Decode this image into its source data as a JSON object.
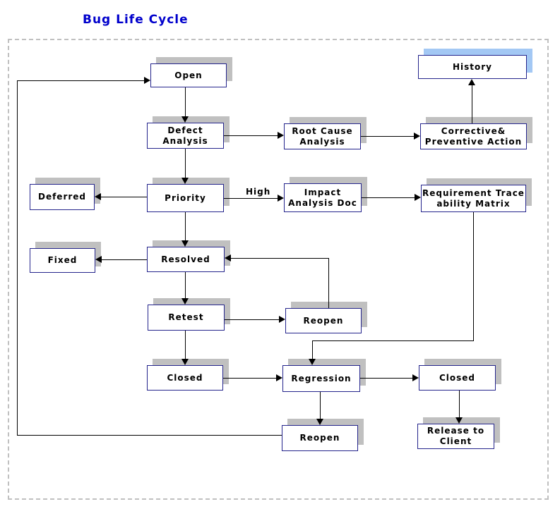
{
  "title": "Bug Life Cycle",
  "edge_labels": {
    "high": "High"
  },
  "nodes": {
    "open": {
      "label": "Open"
    },
    "defect_analysis": {
      "label": "Defect\nAnalysis"
    },
    "root_cause_analysis": {
      "label": "Root Cause\nAnalysis"
    },
    "corrective_preventive_action": {
      "label": "Corrective&\nPreventive Action"
    },
    "history": {
      "label": "History"
    },
    "deferred": {
      "label": "Deferred"
    },
    "priority": {
      "label": "Priority"
    },
    "impact_analysis_doc": {
      "label": "Impact\nAnalysis Doc"
    },
    "requirement_traceability_matrix": {
      "label": "Requirement Trace\nability Matrix"
    },
    "fixed": {
      "label": "Fixed"
    },
    "resolved": {
      "label": "Resolved"
    },
    "retest": {
      "label": "Retest"
    },
    "reopen_mid": {
      "label": "Reopen"
    },
    "closed_left": {
      "label": "Closed"
    },
    "regression": {
      "label": "Regression"
    },
    "closed_right": {
      "label": "Closed"
    },
    "reopen_bottom": {
      "label": "Reopen"
    },
    "release_to_client": {
      "label": "Release to\nClient"
    }
  },
  "colors": {
    "title_color": "#0000cc",
    "node_border": "#24248c",
    "node_shadow": "#c0c0c0",
    "history_shadow": "#a3c8f4",
    "connector": "#000000",
    "frame_border": "#c0c0c0"
  }
}
